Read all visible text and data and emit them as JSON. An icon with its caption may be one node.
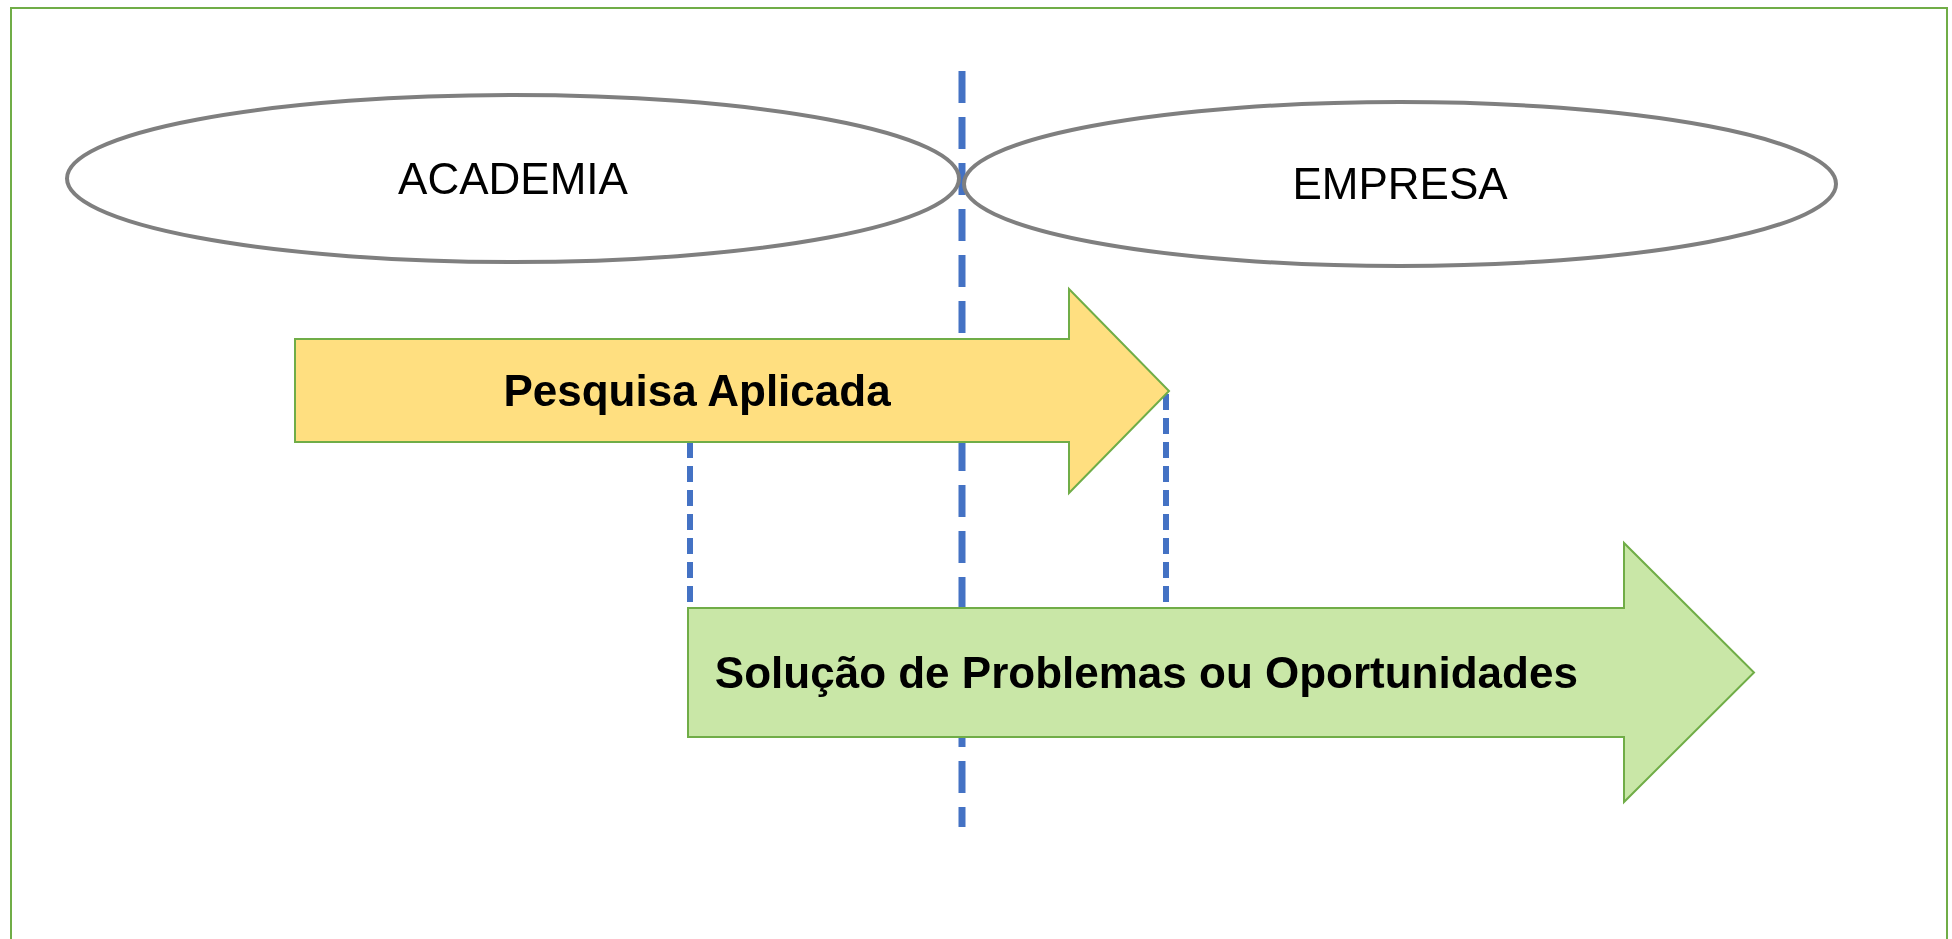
{
  "diagram": {
    "nodes": [
      {
        "text": [
          "ACADEMIA"
        ]
      },
      {
        "text": [
          "EMPRESA"
        ]
      },
      {
        "text": [
          "Pesquisa Aplicada"
        ]
      },
      {
        "text": [
          "Solução de Problemas ou Oportunidades"
        ]
      }
    ],
    "edges": [
      {
        "from": 2,
        "to": 3,
        "arrow": "none",
        "style": "dashed",
        "color": "#4472c4"
      },
      {
        "from": 2,
        "to": 3,
        "arrow": "none",
        "style": "dashed",
        "color": "#4472c4"
      }
    ]
  }
}
